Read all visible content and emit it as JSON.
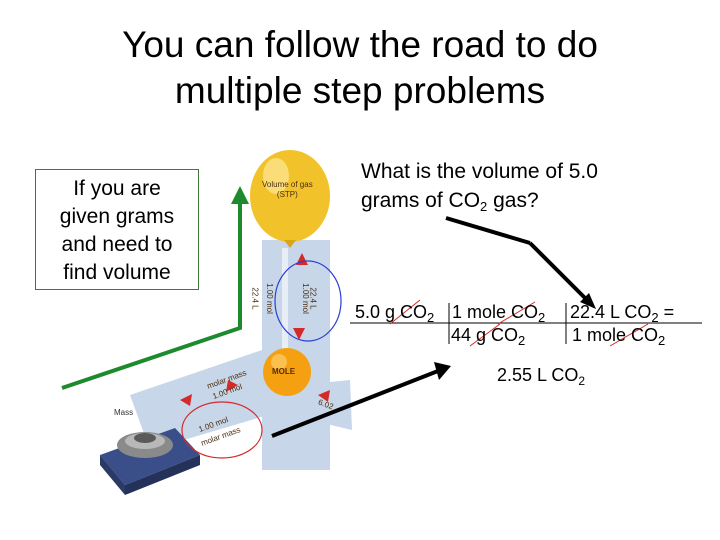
{
  "slide": {
    "title_line1": "You can follow the road to do",
    "title_line2": "multiple step problems"
  },
  "given_box": {
    "line1": "If you are",
    "line2": "given grams",
    "line3": "and need to",
    "line4": "find volume"
  },
  "question": {
    "line1": "What is the volume of 5.0",
    "line2_pre": "grams of CO",
    "line2_sub": "2",
    "line2_post": " gas?"
  },
  "factor_label": {
    "start_pre": "5.0 g CO",
    "start_sub": "2",
    "f1_num_pre": "1 mole CO",
    "f1_num_sub": "2",
    "f1_den_pre": "44 g CO",
    "f1_den_sub": "2",
    "f2_num_pre": "22.4 L CO",
    "f2_num_sub": "2",
    "equals": " =",
    "f2_den_pre": "1 mole CO",
    "f2_den_sub": "2"
  },
  "answer": {
    "pre": "2.55 L CO",
    "sub": "2"
  },
  "illustration": {
    "balloon_label": "Volume of gas\n(STP)",
    "balloon_line1": "Volume of gas",
    "balloon_line2": "(STP)",
    "mole_label": "MOLE",
    "mass_label": "Mass",
    "road_up_left_1": "22.4 L",
    "road_up_left_2": "1.00 mol",
    "road_up_right_1": "1.00 mol",
    "road_up_right_2": "22.4 L",
    "road_left_1": "molar mass",
    "road_left_2": "1.00 mol",
    "road_left_3": "1.00 mol",
    "road_left_4": "molar mass",
    "road_right": "6.02"
  },
  "colors": {
    "green_arrow": "#1e8a2e",
    "black_arrow": "#000000",
    "blue_circle": "#2a3fd6",
    "red_circle": "#d42a2a",
    "balloon": "#f2c22b",
    "mole": "#f5a010",
    "road": "#c7d6e8"
  }
}
